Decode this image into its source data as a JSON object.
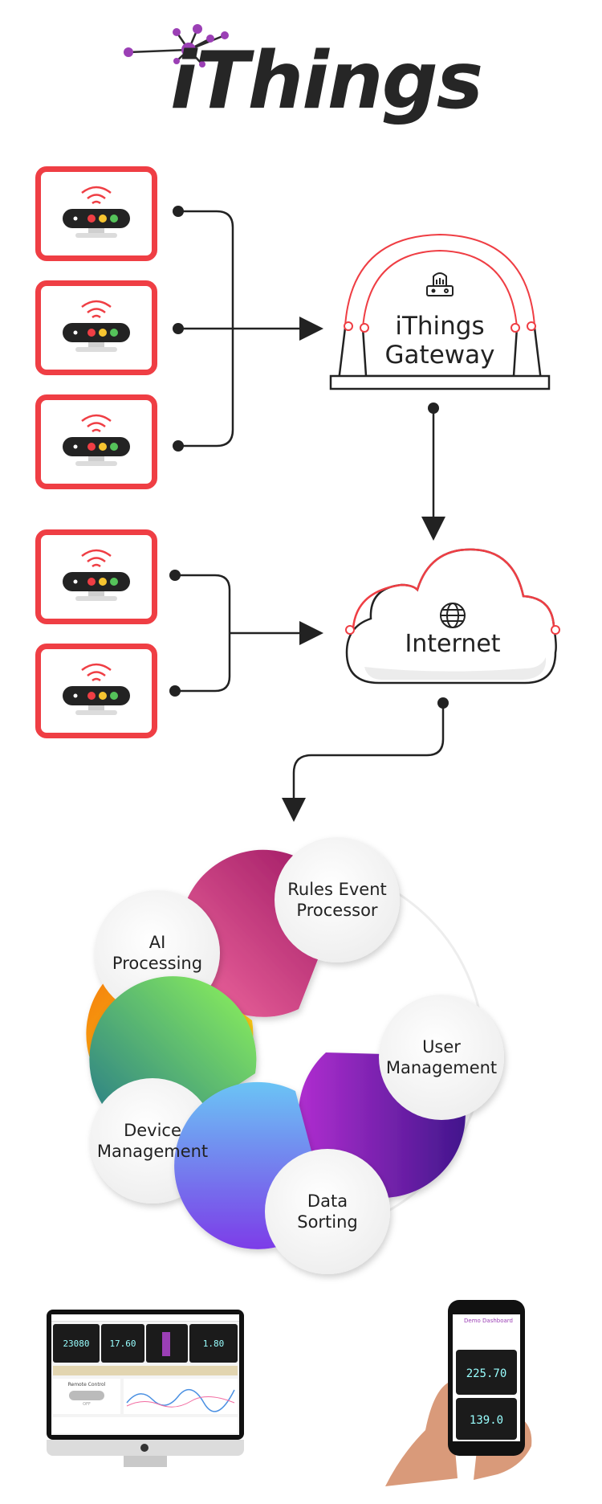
{
  "brand": {
    "logo_text": "iThings"
  },
  "gateway": {
    "line1": "iThings",
    "line2": "Gateway"
  },
  "internet": {
    "label": "Internet"
  },
  "features": {
    "rules": {
      "line1": "Rules Event",
      "line2": "Processor",
      "gradient": [
        "#f26aa0",
        "#9b1561"
      ]
    },
    "ai": {
      "line1": "AI",
      "line2": "Processing",
      "gradient": [
        "#f7e51a",
        "#f5770d"
      ]
    },
    "user": {
      "line1": "User",
      "line2": "Management",
      "gradient": [
        "#b02ed0",
        "#41168c"
      ]
    },
    "device": {
      "line1": "Device",
      "line2": "Management",
      "gradient": [
        "#8ff55a",
        "#23768a"
      ]
    },
    "data": {
      "line1": "Data",
      "line2": "Sorting",
      "gradient": [
        "#6bc4f5",
        "#7c3ce8"
      ]
    }
  },
  "desktop": {
    "gauges": [
      "23080",
      "17.60",
      "1.80"
    ],
    "panel_title": "Remote Control",
    "toggle_state": "OFF"
  },
  "phone": {
    "title": "Demo Dashboard",
    "gauge1": "225.70",
    "gauge2": "139.0"
  },
  "colors": {
    "accent": "#ef3e44",
    "logo_purple": "#9b3fb5",
    "text": "#262626"
  }
}
